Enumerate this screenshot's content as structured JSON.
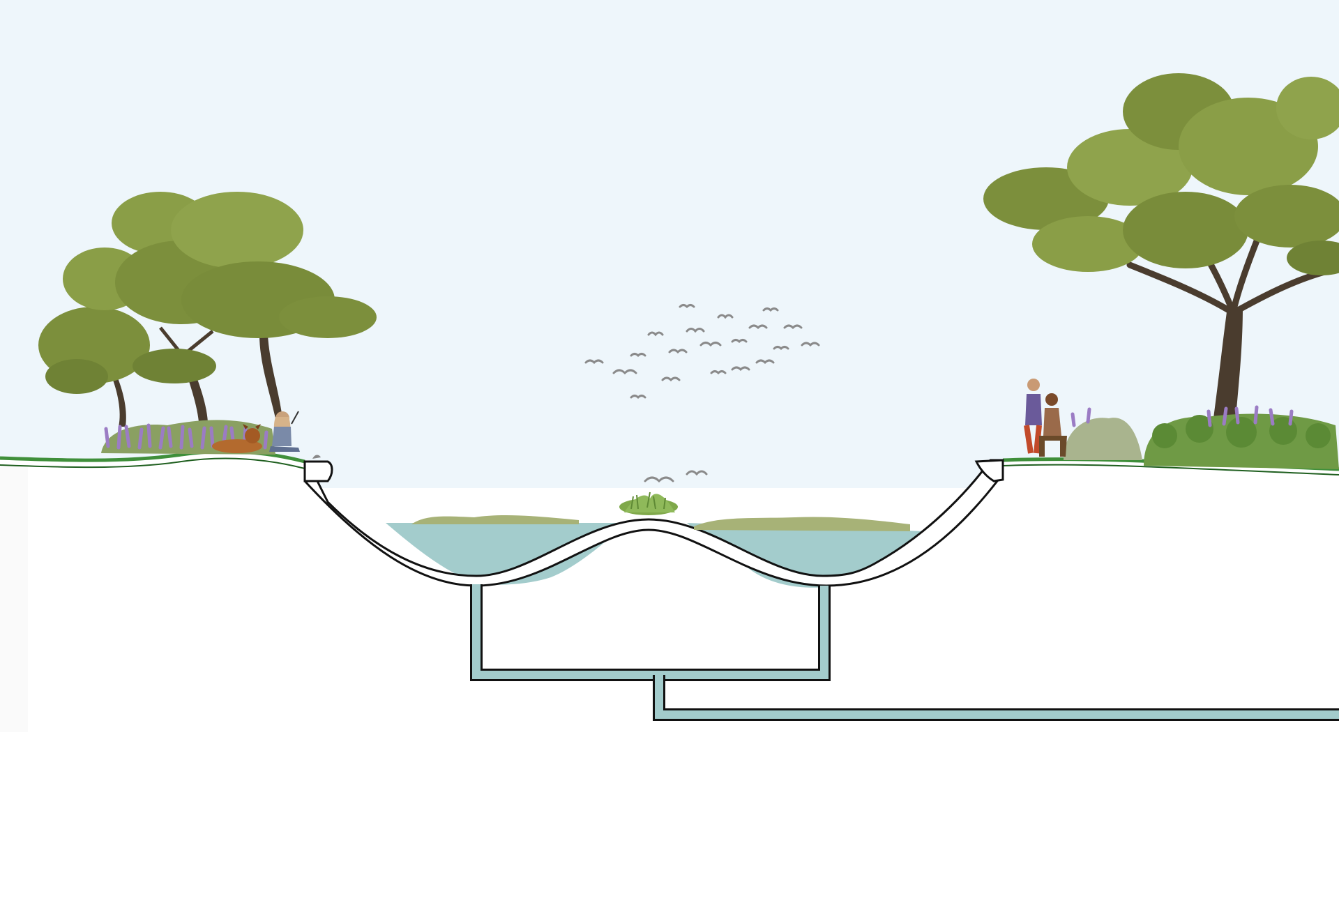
{
  "scene": {
    "type": "landscape-section-diagram",
    "colors": {
      "sky": "#eef6fb",
      "ground": "#ffffff",
      "grass_line": "#3f8f3a",
      "water": "#a3cccc",
      "pipe_fill": "#a3cccc",
      "outline": "#111111",
      "tree_foliage": "#7c8f3c",
      "tree_trunk": "#4a3c2e",
      "lavender": "#9b7cc4",
      "shrub": "#6f9a45",
      "reed": "#a7b277",
      "bird": "#8a8a8a"
    },
    "elements": [
      "pine-tree-cluster-left",
      "pine-tree-right",
      "lavender-bed-left",
      "shrub-bed-right",
      "person-sitting-with-dog",
      "two-people-on-bench",
      "flock-of-birds",
      "retention-basin",
      "central-planted-mound",
      "reed-islands",
      "drainage-pipe"
    ]
  }
}
